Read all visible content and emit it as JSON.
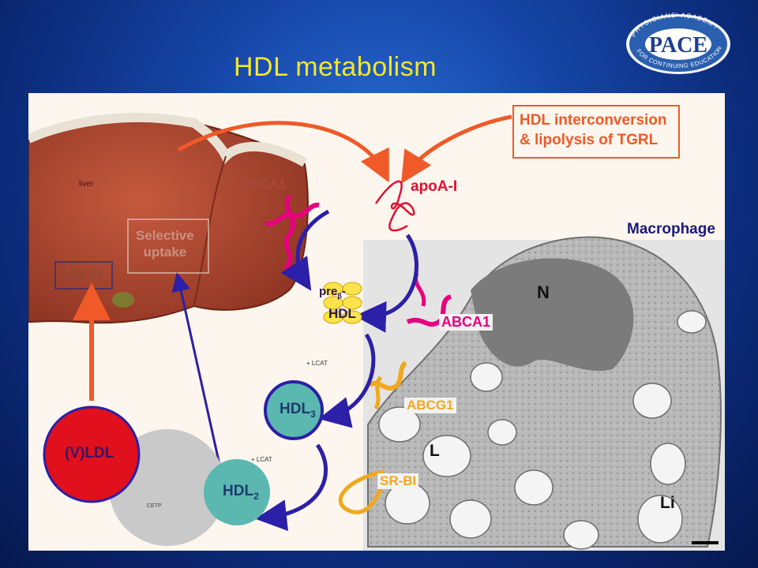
{
  "slide": {
    "title": "HDL metabolism"
  },
  "logo": {
    "name": "PACE",
    "ring_text_top": "PHYSICIANS' ACADEMY",
    "ring_text_bottom": "FOR CONTINUING EDUCATION"
  },
  "diagram": {
    "liver_label": "liver",
    "liver_abca1": "ABCA1",
    "selective_uptake": [
      "Selective",
      "uptake"
    ],
    "ldl_r": "LDL-R",
    "hdl_interconversion": [
      "HDL interconversion",
      "& lipolysis of TGRL"
    ],
    "apoa1": "apoA-I",
    "macrophage": "Macrophage",
    "pre_beta": "pre",
    "beta": "β",
    "pre_beta_hdl": "HDL",
    "nucleus": "N",
    "abca1": "ABCA1",
    "lcat_1": "+ LCAT",
    "hdl3": "HDL",
    "hdl3_sub": "3",
    "abcg1": "ABCG1",
    "vldl": "(V)LDL",
    "lcat_2": "+ LCAT",
    "lipid_l": "L",
    "sr_bi": "SR-BI",
    "lipid_li": "Li",
    "cetp": "CETP",
    "hdl2": "HDL",
    "hdl2_sub": "2"
  },
  "colors": {
    "background": "#1646a8",
    "title": "#f5e62a",
    "orange_arrow": "#ef5a28",
    "magenta": "#e5007e",
    "navy_arrow": "#2c1fa8",
    "liver": "#b54832",
    "vldl": "#e0101c",
    "hdl_teal": "#5bb8b0",
    "pre_beta_yellow": "#ffe34d",
    "abcg1": "#f0a81e"
  }
}
